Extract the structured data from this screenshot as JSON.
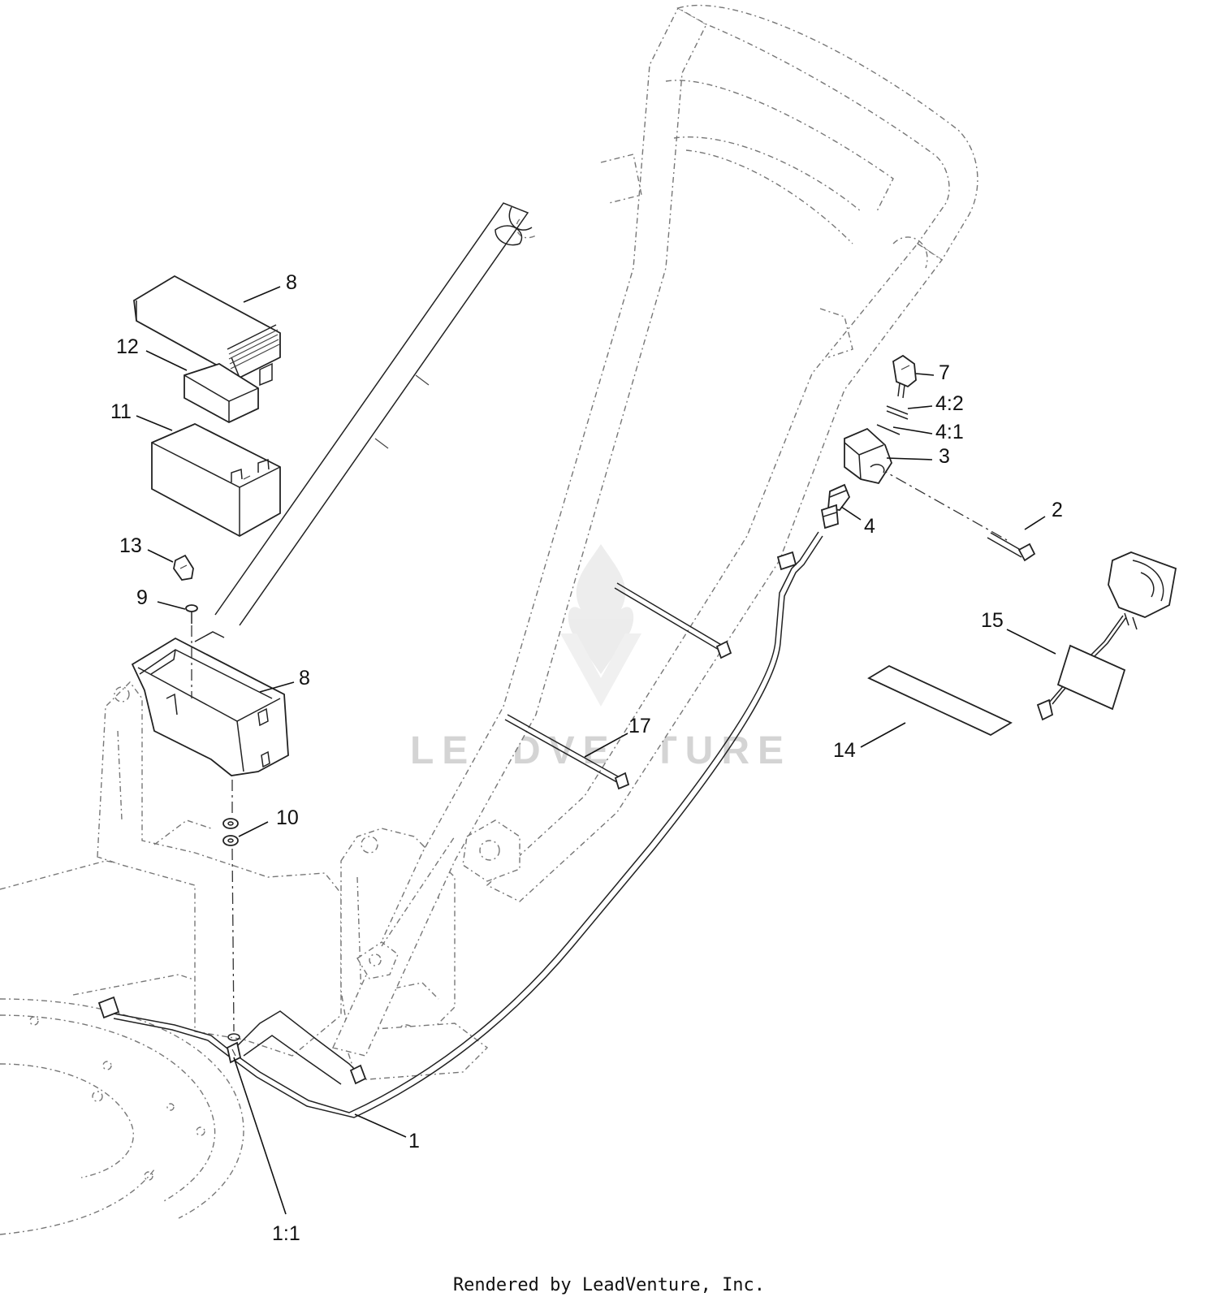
{
  "callouts": {
    "c8_top": "8",
    "c12": "12",
    "c11": "11",
    "c13": "13",
    "c9": "9",
    "c8_box": "8",
    "c10": "10",
    "c7": "7",
    "c4_2": "4:2",
    "c4_1": "4:1",
    "c3": "3",
    "c2": "2",
    "c4": "4",
    "c15": "15",
    "c14": "14",
    "c17": "17",
    "c1": "1",
    "c1_1": "1:1"
  },
  "watermark": "LEADVENTURE",
  "footer": "Rendered by LeadVenture, Inc."
}
